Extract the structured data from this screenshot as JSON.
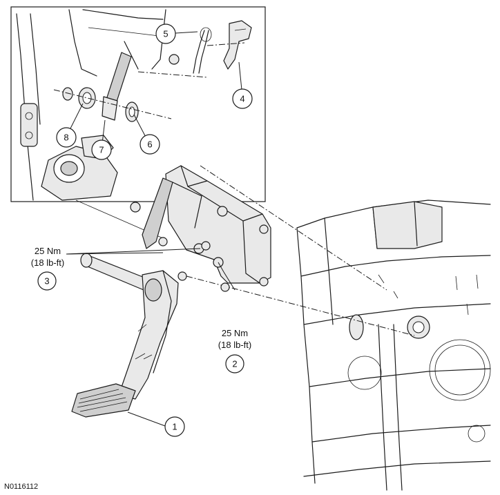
{
  "figure_id": "N0116112",
  "callouts": [
    {
      "id": "callout-1",
      "label": "1"
    },
    {
      "id": "callout-2",
      "label": "2"
    },
    {
      "id": "callout-3",
      "label": "3"
    },
    {
      "id": "callout-4",
      "label": "4"
    },
    {
      "id": "callout-5",
      "label": "5"
    },
    {
      "id": "callout-6",
      "label": "6"
    },
    {
      "id": "callout-7",
      "label": "7"
    },
    {
      "id": "callout-8",
      "label": "8"
    }
  ],
  "torque_specs": {
    "upper": {
      "metric": "25 Nm",
      "imperial": "(18 lb-ft)"
    },
    "lower": {
      "metric": "25 Nm",
      "imperial": "(18 lb-ft)"
    }
  }
}
